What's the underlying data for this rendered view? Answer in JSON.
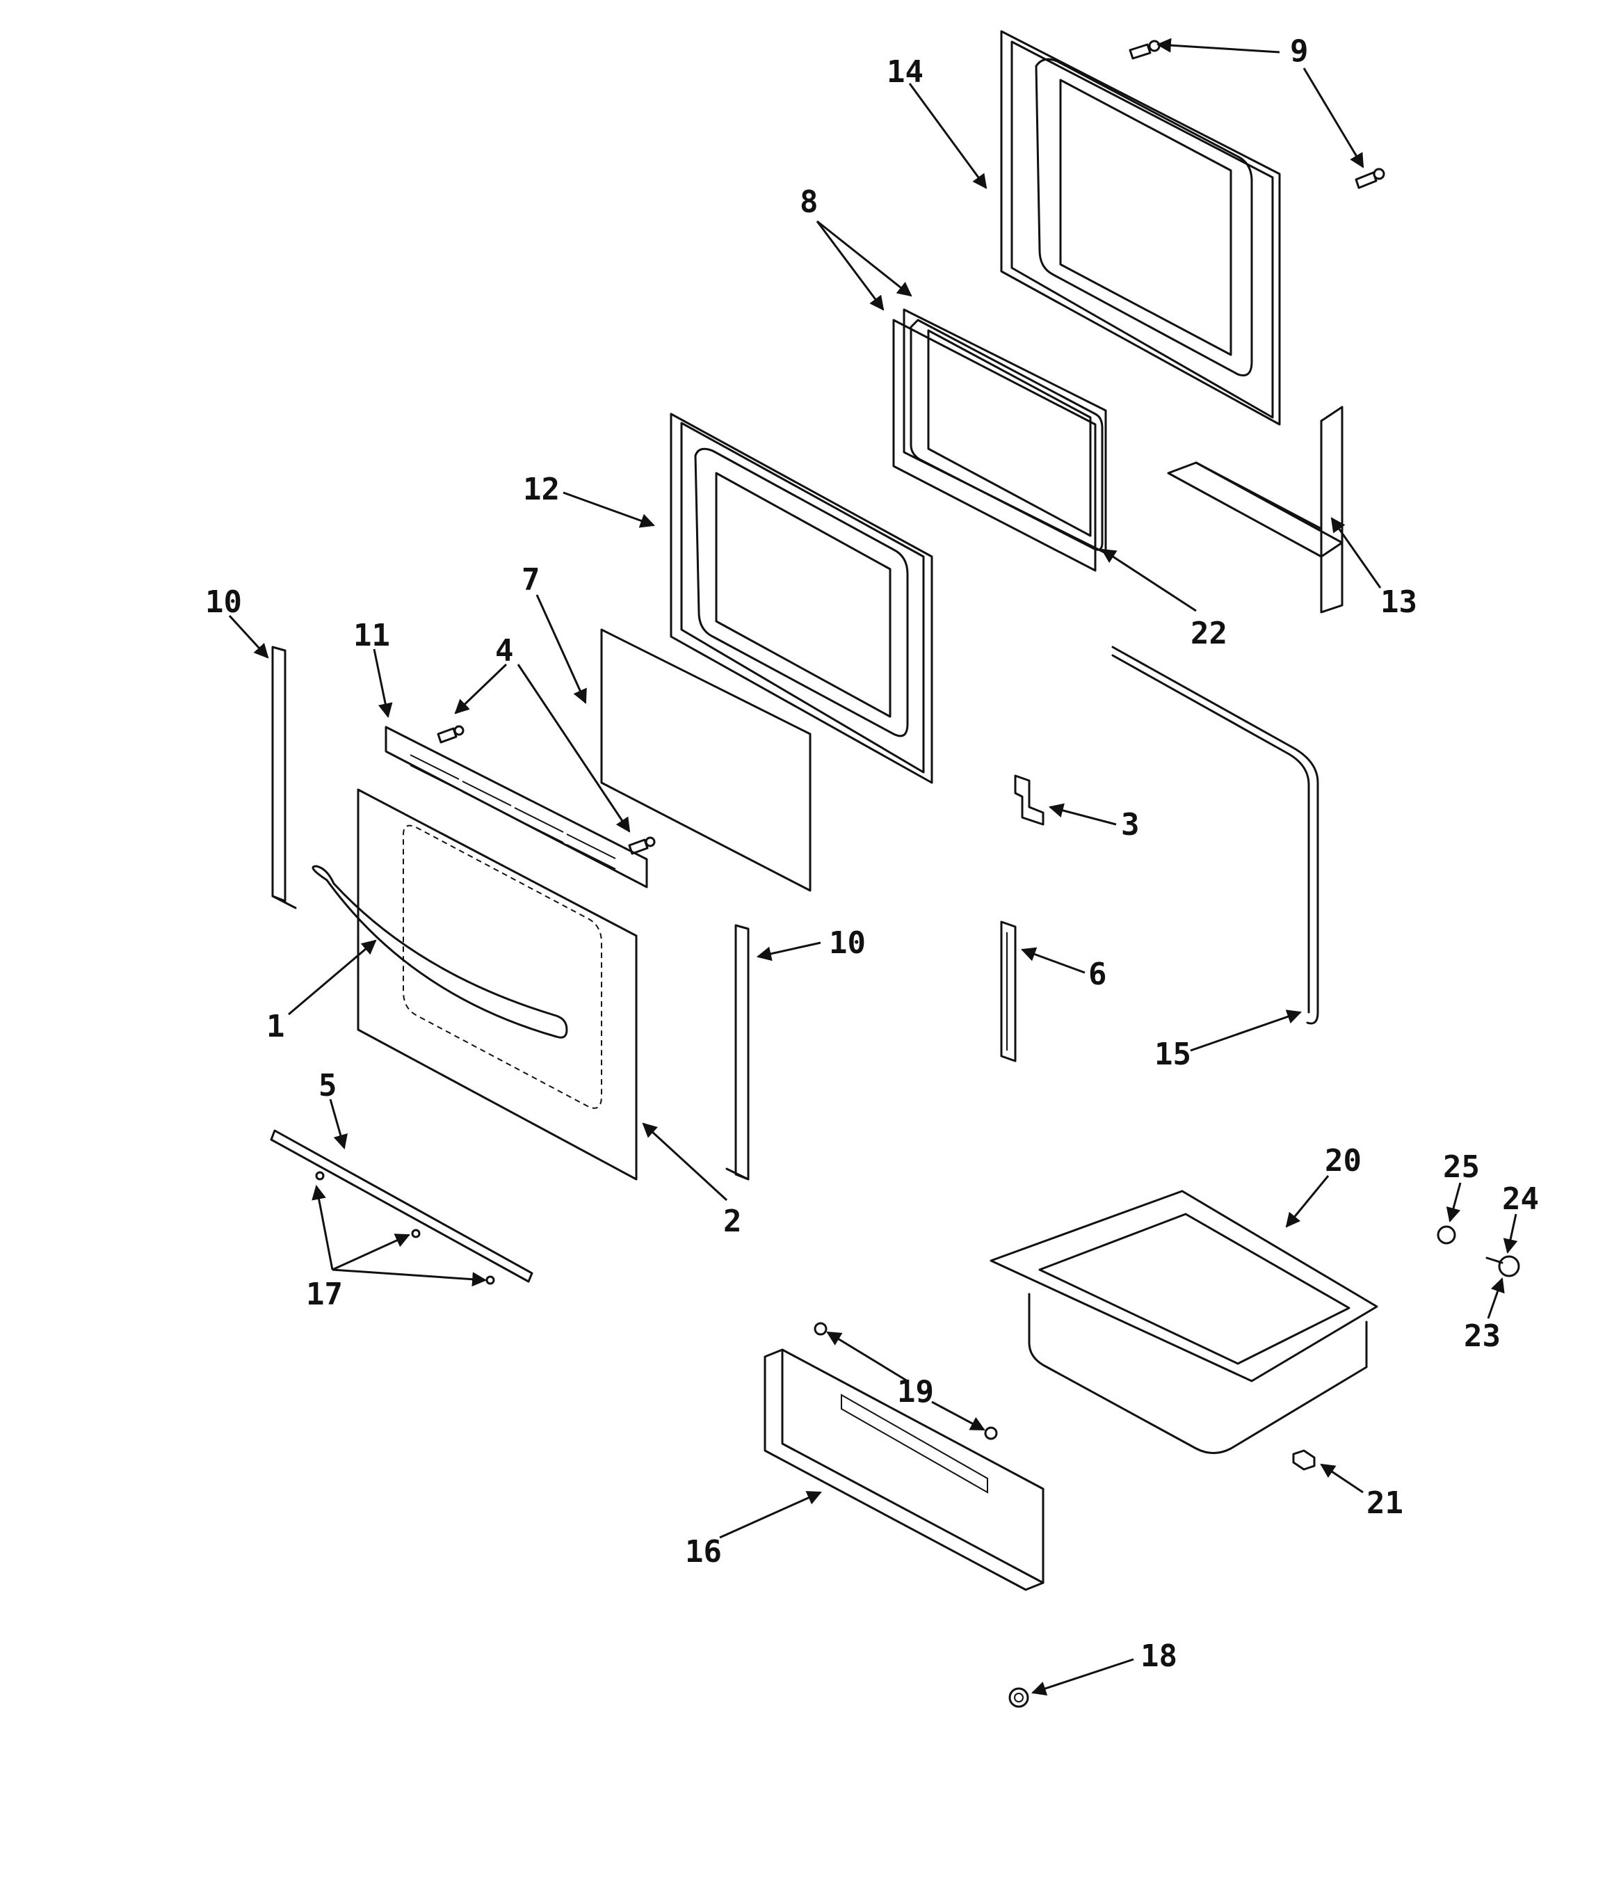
{
  "labels": [
    "1",
    "2",
    "3",
    "4",
    "5",
    "6",
    "7",
    "8",
    "9",
    "10",
    "10",
    "11",
    "12",
    "13",
    "14",
    "15",
    "16",
    "17",
    "18",
    "19",
    "20",
    "21",
    "22",
    "23",
    "24",
    "25"
  ],
  "colors": {
    "ink": "#111111",
    "paper": "#ffffff"
  }
}
